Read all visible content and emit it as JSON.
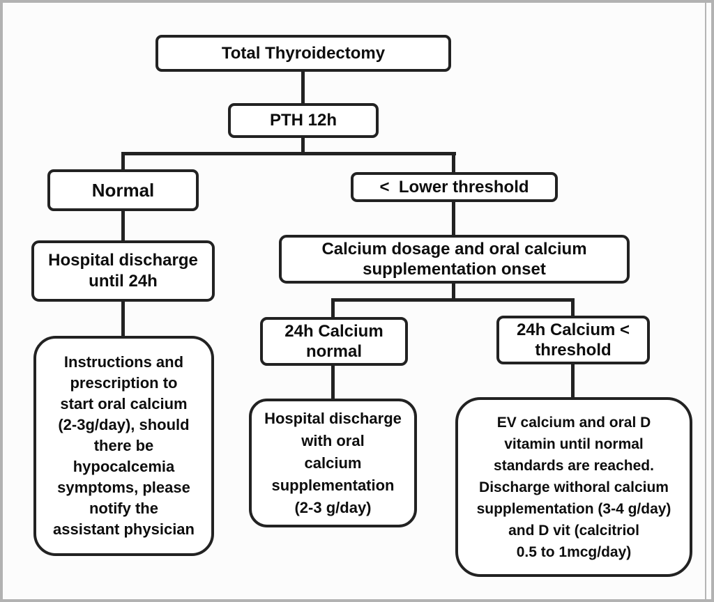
{
  "diagram": {
    "title": "Total thyroidectomy PTH-based calcium management flowchart",
    "nodes": {
      "total_thyroidectomy": {
        "label": "Total Thyroidectomy"
      },
      "pth_12h": {
        "label": "PTH 12h"
      },
      "normal": {
        "label": "Normal"
      },
      "lower_threshold": {
        "label": "<  Lower threshold"
      },
      "hospital_discharge_24h": {
        "label": "Hospital discharge\nuntil 24h"
      },
      "calcium_dosage": {
        "label": "Calcium dosage and oral calcium\nsupplementation onset"
      },
      "calcium_24h_normal": {
        "label": "24h Calcium\nnormal"
      },
      "calcium_24h_low": {
        "label": "24h Calcium <\nthreshold"
      },
      "instructions": {
        "label": "Instructions and\nprescription to\nstart oral calcium\n(2-3g/day), should\nthere be\nhypocalcemia\nsymptoms, please\nnotify the\nassistant physician"
      },
      "discharge_oral_calcium": {
        "label": "Hospital discharge\nwith oral\ncalcium\nsupplementation\n(2-3 g/day)"
      },
      "ev_calcium": {
        "label": "EV calcium and oral D\nvitamin until normal\nstandards are reached.\nDischarge withoral calcium\nsupplementation (3-4 g/day)\nand D vit (calcitriol\n0.5 to 1mcg/day)"
      }
    },
    "colors": {
      "box_border": "#222222",
      "box_fill": "#ffffff",
      "text": "#0d0d0d",
      "background": "#fcfcfc",
      "outer_frame": "#b2b2b2",
      "connector": "#222222"
    }
  }
}
